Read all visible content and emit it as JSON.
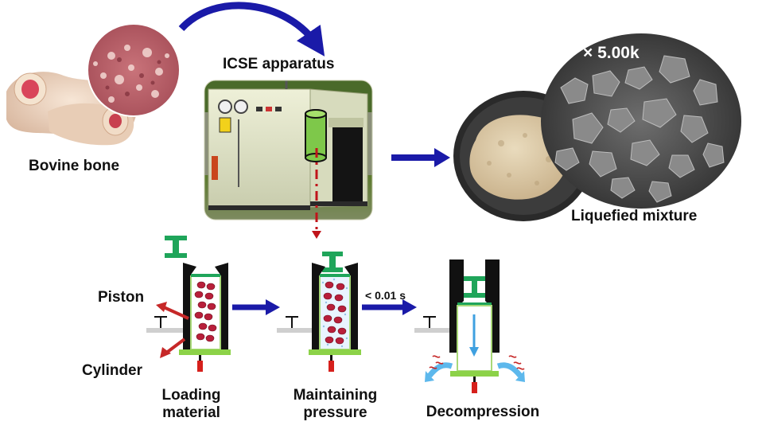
{
  "labels": {
    "bovine_bone": "Bovine bone",
    "icse_apparatus": "ICSE apparatus",
    "magnification": "× 5.00k",
    "liquefied_mixture": "Liquefied mixture",
    "piston": "Piston",
    "cylinder": "Cylinder",
    "time_label": "< 0.01 s",
    "steps": [
      {
        "line1": "Loading",
        "line2": "material"
      },
      {
        "line1": "Maintaining",
        "line2": "pressure"
      },
      {
        "line1": "Decompression",
        "line2": ""
      }
    ]
  },
  "colors": {
    "arrow_blue": "#1a1aa8",
    "dash_red": "#c0141a",
    "piston_green": "#1fa55a",
    "plate_green": "#8cd248",
    "cylinder_green": "#a8d878",
    "apparatus_body": "#e6e9cc",
    "marrow_red": "#b81f3a"
  }
}
